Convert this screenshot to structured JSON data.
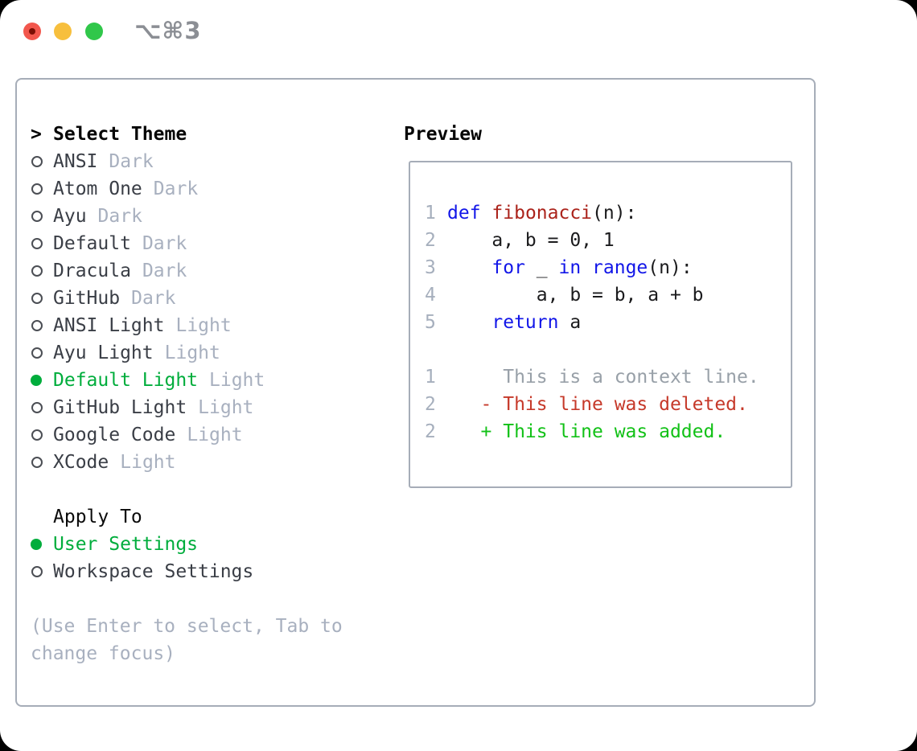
{
  "colors": {
    "accent_green": "#00ad3c",
    "diff_deleted_red": "#c6392a",
    "diff_added_green": "#12c117",
    "keyword_blue": "#1216e8",
    "function_red": "#ab231b",
    "line_number_gray": "#a6afbd",
    "context_gray": "#98a0a8",
    "muted_gray": "#a8b0bf",
    "border_gray": "#a6adb8",
    "traffic_red": "#f2574d",
    "traffic_red_dot": "#7b0e04",
    "traffic_yellow": "#f7bf3d",
    "traffic_green": "#30c74a"
  },
  "titlebar": {
    "shortcut": "⌥⌘3"
  },
  "theme_picker": {
    "cursor_glyph": ">",
    "title": "Select Theme",
    "themes": [
      {
        "name": "ANSI",
        "variant": "Dark",
        "selected": false
      },
      {
        "name": "Atom One",
        "variant": "Dark",
        "selected": false
      },
      {
        "name": "Ayu",
        "variant": "Dark",
        "selected": false
      },
      {
        "name": "Default",
        "variant": "Dark",
        "selected": false
      },
      {
        "name": "Dracula",
        "variant": "Dark",
        "selected": false
      },
      {
        "name": "GitHub",
        "variant": "Dark",
        "selected": false
      },
      {
        "name": "ANSI Light",
        "variant": "Light",
        "selected": false
      },
      {
        "name": "Ayu Light",
        "variant": "Light",
        "selected": false
      },
      {
        "name": "Default Light",
        "variant": "Light",
        "selected": true
      },
      {
        "name": "GitHub Light",
        "variant": "Light",
        "selected": false
      },
      {
        "name": "Google Code",
        "variant": "Light",
        "selected": false
      },
      {
        "name": "XCode",
        "variant": "Light",
        "selected": false
      }
    ],
    "apply_to": {
      "title": "Apply To",
      "options": [
        {
          "label": "User Settings",
          "selected": true
        },
        {
          "label": "Workspace Settings",
          "selected": false
        }
      ]
    },
    "hint": "(Use Enter to select, Tab to change focus)"
  },
  "preview": {
    "title": "Preview",
    "code_lines": [
      {
        "num": "1",
        "segments": [
          {
            "type": "kw",
            "text": "def"
          },
          {
            "type": "pl",
            "text": " "
          },
          {
            "type": "fn",
            "text": "fibonacci"
          },
          {
            "type": "pl",
            "text": "(n):"
          }
        ]
      },
      {
        "num": "2",
        "segments": [
          {
            "type": "pl",
            "text": "    a, b = 0, 1"
          }
        ]
      },
      {
        "num": "3",
        "segments": [
          {
            "type": "pl",
            "text": "    "
          },
          {
            "type": "kw",
            "text": "for"
          },
          {
            "type": "pl",
            "text": " _ "
          },
          {
            "type": "kw",
            "text": "in"
          },
          {
            "type": "pl",
            "text": " "
          },
          {
            "type": "kw",
            "text": "range"
          },
          {
            "type": "pl",
            "text": "(n):"
          }
        ]
      },
      {
        "num": "4",
        "segments": [
          {
            "type": "pl",
            "text": "        a, b = b, a + b"
          }
        ]
      },
      {
        "num": "5",
        "segments": [
          {
            "type": "pl",
            "text": "    "
          },
          {
            "type": "kw",
            "text": "return"
          },
          {
            "type": "pl",
            "text": " a"
          }
        ]
      }
    ],
    "diff_lines": [
      {
        "num": "1",
        "kind": "context",
        "text": "     This is a context line."
      },
      {
        "num": "2",
        "kind": "deleted",
        "text": "   - This line was deleted."
      },
      {
        "num": "2",
        "kind": "added",
        "text": "   + This line was added."
      }
    ]
  }
}
